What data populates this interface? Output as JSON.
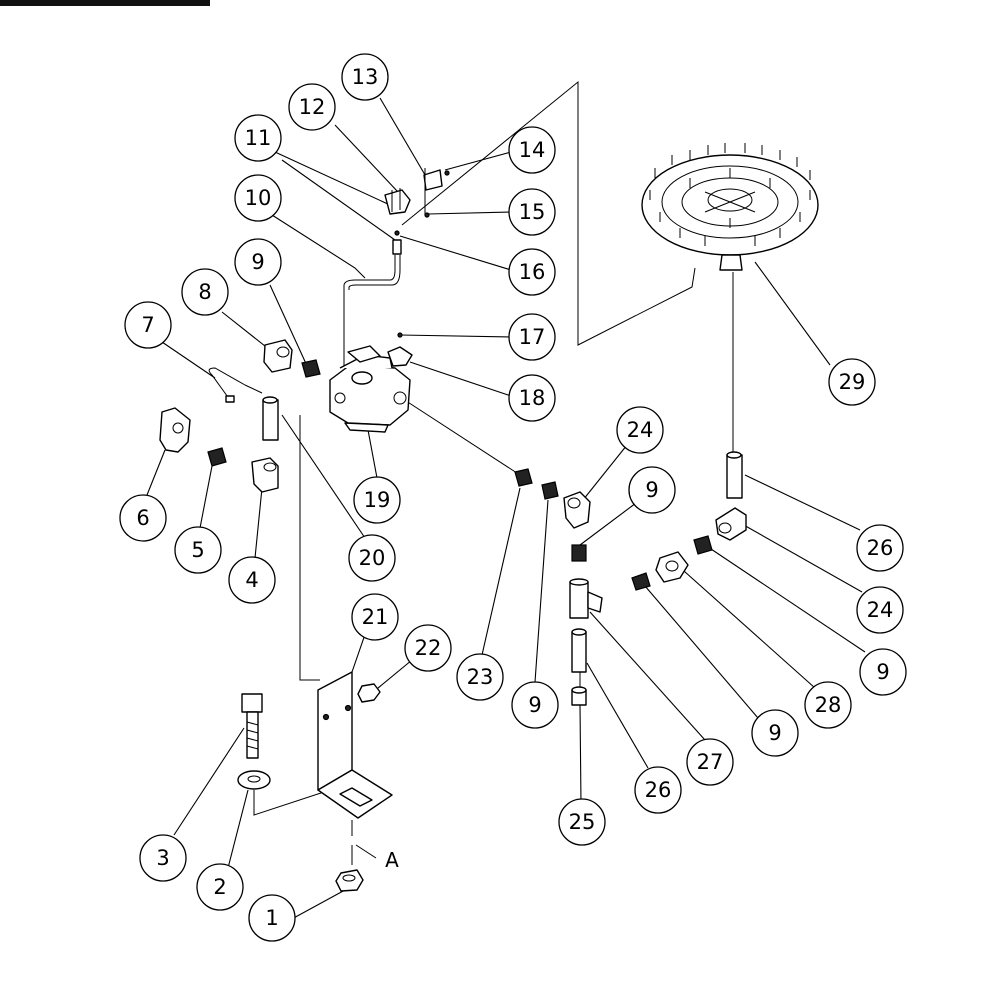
{
  "callouts": [
    {
      "id": "c1",
      "label": "1"
    },
    {
      "id": "c2",
      "label": "2"
    },
    {
      "id": "c3",
      "label": "3"
    },
    {
      "id": "c4",
      "label": "4"
    },
    {
      "id": "c5",
      "label": "5"
    },
    {
      "id": "c6",
      "label": "6"
    },
    {
      "id": "c7",
      "label": "7"
    },
    {
      "id": "c8",
      "label": "8"
    },
    {
      "id": "c9a",
      "label": "9"
    },
    {
      "id": "c10",
      "label": "10"
    },
    {
      "id": "c11",
      "label": "11"
    },
    {
      "id": "c12",
      "label": "12"
    },
    {
      "id": "c13",
      "label": "13"
    },
    {
      "id": "c14",
      "label": "14"
    },
    {
      "id": "c15",
      "label": "15"
    },
    {
      "id": "c16",
      "label": "16"
    },
    {
      "id": "c17",
      "label": "17"
    },
    {
      "id": "c18",
      "label": "18"
    },
    {
      "id": "c19",
      "label": "19"
    },
    {
      "id": "c20",
      "label": "20"
    },
    {
      "id": "c21",
      "label": "21"
    },
    {
      "id": "c22",
      "label": "22"
    },
    {
      "id": "c23",
      "label": "23"
    },
    {
      "id": "c9b",
      "label": "9"
    },
    {
      "id": "c24a",
      "label": "24"
    },
    {
      "id": "c9c",
      "label": "9"
    },
    {
      "id": "c25",
      "label": "25"
    },
    {
      "id": "c26a",
      "label": "26"
    },
    {
      "id": "c27",
      "label": "27"
    },
    {
      "id": "c9d",
      "label": "9"
    },
    {
      "id": "c28",
      "label": "28"
    },
    {
      "id": "c9e",
      "label": "9"
    },
    {
      "id": "c24b",
      "label": "24"
    },
    {
      "id": "c26b",
      "label": "26"
    },
    {
      "id": "c29",
      "label": "29"
    }
  ],
  "section_marker": "A"
}
